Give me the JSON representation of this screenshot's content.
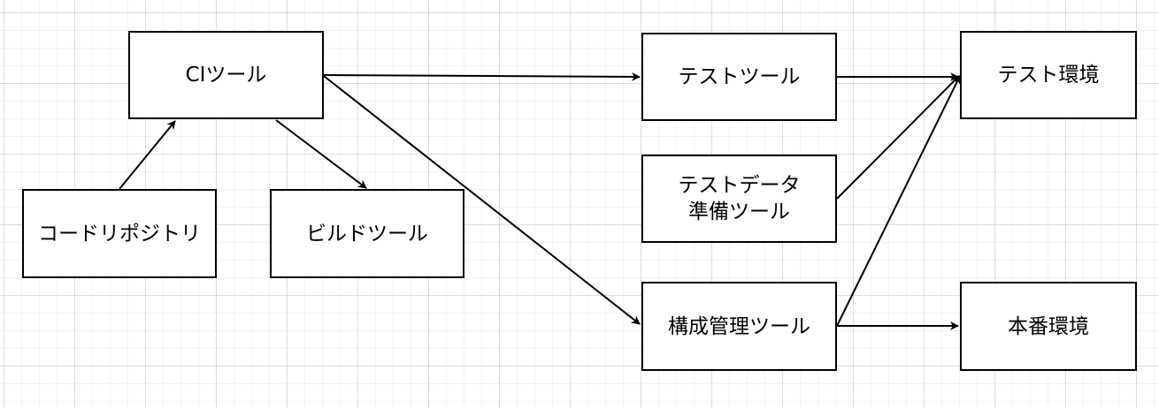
{
  "colors": {
    "stroke": "#000000",
    "fill": "#ffffff",
    "text": "#000000",
    "grid": "#e0e0e0"
  },
  "nodes": {
    "ci": {
      "label": "CIツール"
    },
    "repo": {
      "label": "コードリポジトリ"
    },
    "build": {
      "label": "ビルドツール"
    },
    "test_tool": {
      "label": "テストツール"
    },
    "test_data": {
      "label": "テストデータ\n準備ツール"
    },
    "config": {
      "label": "構成管理ツール"
    },
    "test_env": {
      "label": "テスト環境"
    },
    "prod_env": {
      "label": "本番環境"
    }
  },
  "edges": [
    {
      "from": "repo",
      "to": "ci"
    },
    {
      "from": "ci",
      "to": "build"
    },
    {
      "from": "ci",
      "to": "test_tool"
    },
    {
      "from": "ci",
      "to": "config"
    },
    {
      "from": "test_tool",
      "to": "test_env"
    },
    {
      "from": "test_data",
      "to": "test_env"
    },
    {
      "from": "config",
      "to": "test_env"
    },
    {
      "from": "config",
      "to": "prod_env"
    }
  ]
}
